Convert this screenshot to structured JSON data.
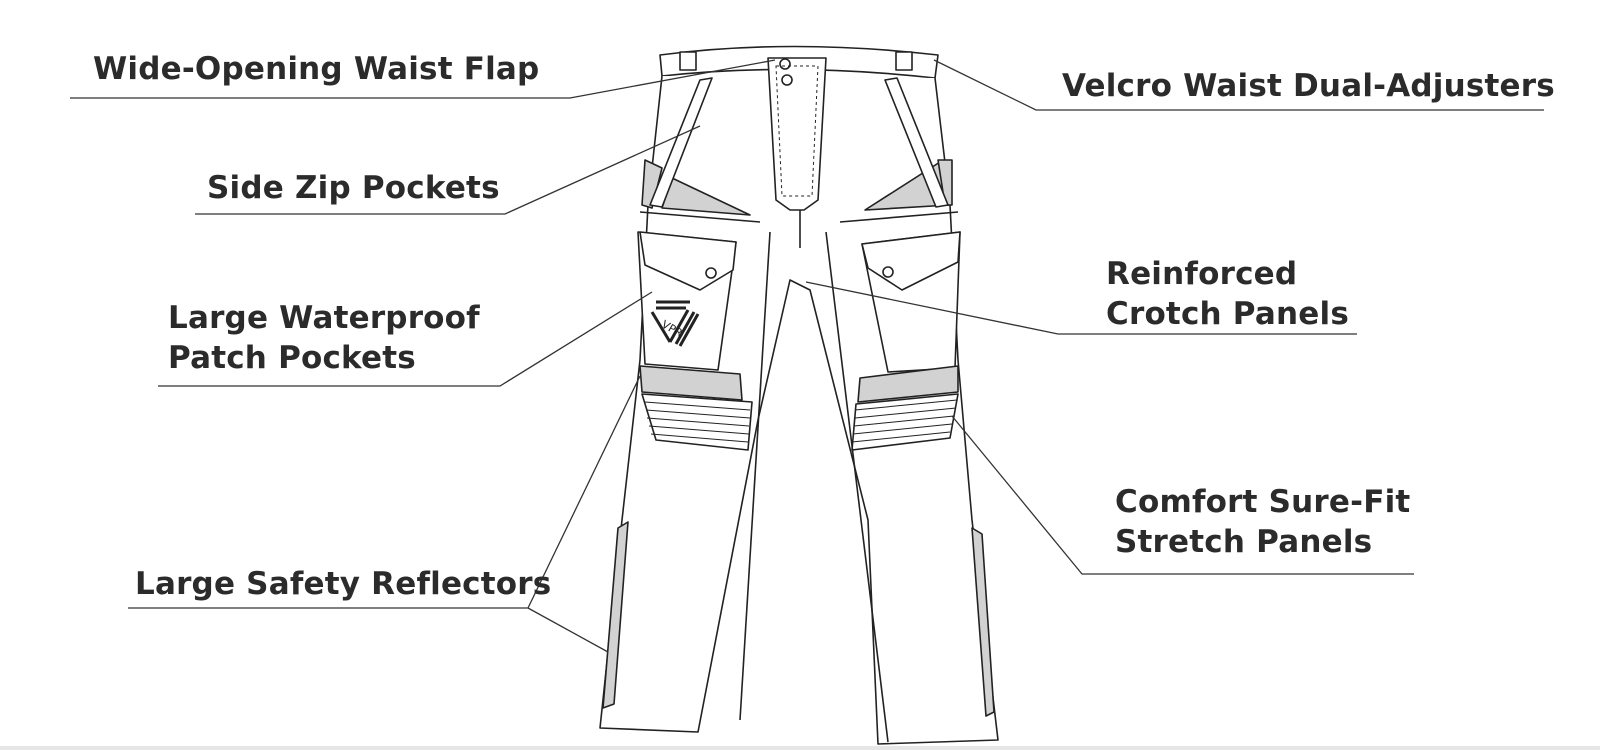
{
  "diagram": {
    "callouts": {
      "waist_flap": "Wide-Opening Waist Flap",
      "velcro_adjusters": "Velcro Waist Dual-Adjusters",
      "side_zip_pockets": "Side Zip Pockets",
      "crotch_panels": [
        "Reinforced",
        "Crotch Panels"
      ],
      "patch_pockets": [
        "Large Waterproof",
        "Patch Pockets"
      ],
      "stretch_panels": [
        "Comfort Sure-Fit",
        "Stretch Panels"
      ],
      "safety_reflectors": "Large Safety Reflectors"
    },
    "logo_text": "VPR",
    "colors": {
      "outline": "#222222",
      "panel_fill": "#d2d2d2",
      "line": "#333333",
      "text": "#2b2b2b"
    }
  }
}
